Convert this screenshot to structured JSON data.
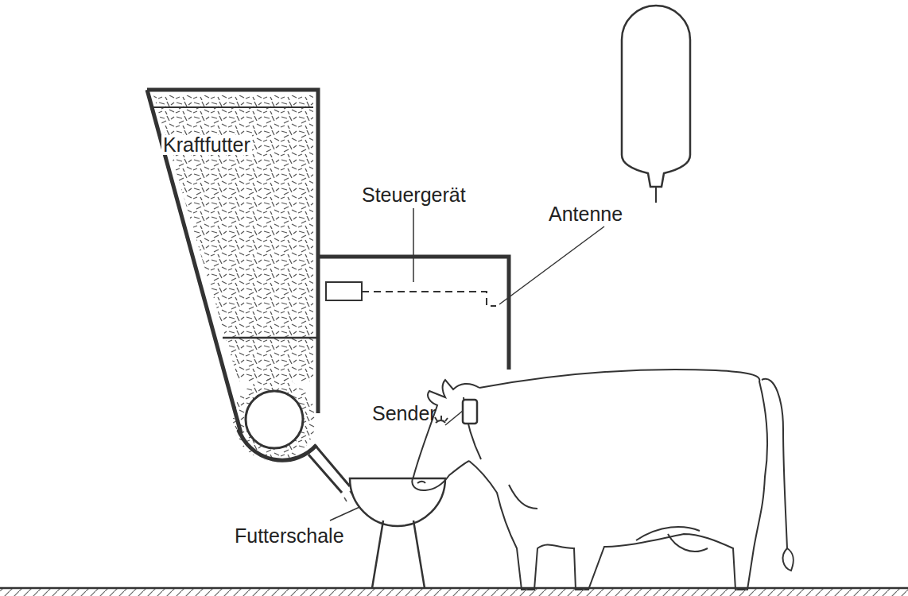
{
  "diagram": {
    "labels": [
      "Kraftfutter",
      "Steuergerät",
      "Antenne",
      "Sender",
      "Futterschale"
    ]
  }
}
